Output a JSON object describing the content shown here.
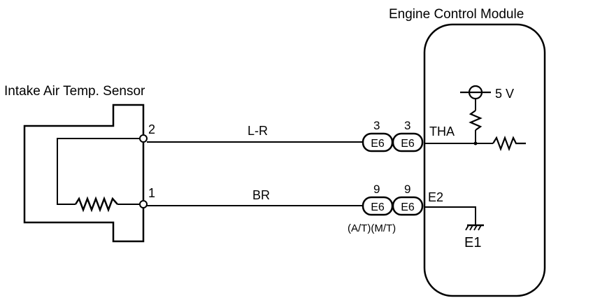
{
  "labels": {
    "ecm_title": "Engine Control Module",
    "sensor_title": "Intake Air Temp. Sensor",
    "pin_2": "2",
    "pin_1": "1",
    "wire_top": "L-R",
    "wire_bottom": "BR",
    "pin_num_top_at": "3",
    "pin_num_top_mt": "3",
    "pin_num_bottom_at": "9",
    "pin_num_bottom_mt": "9",
    "conn_top_at": "E6",
    "conn_top_mt": "E6",
    "conn_bottom_at": "E6",
    "conn_bottom_mt": "E6",
    "transmission_note": "(A/T)(M/T)",
    "terminal_tha": "THA",
    "terminal_e2": "E2",
    "voltage": "5 V",
    "ground_e1": "E1"
  },
  "colors": {
    "line": "#000000",
    "background": "#ffffff"
  },
  "icons": {
    "resistor": "resistor-icon",
    "voltage_source": "voltage-source-icon",
    "ground": "ground-icon",
    "splice": "splice-point-icon",
    "connector": "connector-icon"
  }
}
